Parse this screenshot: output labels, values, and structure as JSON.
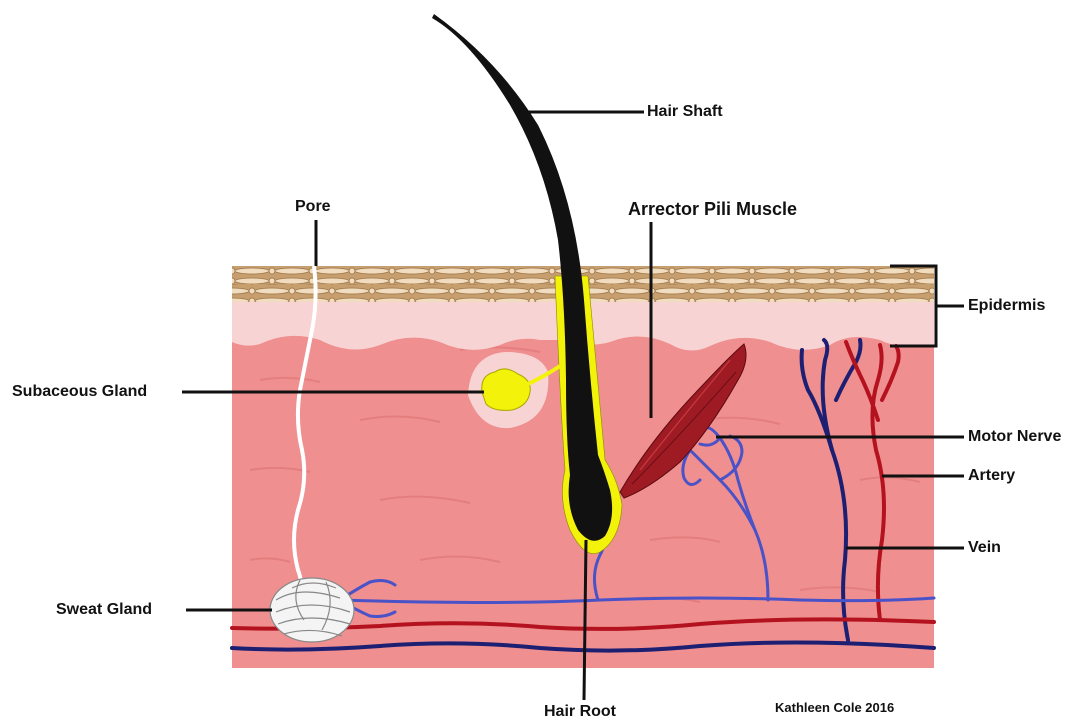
{
  "labels": {
    "hair_shaft": "Hair Shaft",
    "pore": "Pore",
    "arrector_pili": "Arrector Pili Muscle",
    "epidermis": "Epidermis",
    "subaceous_gland": "Subaceous Gland",
    "motor_nerve": "Motor Nerve",
    "artery": "Artery",
    "vein": "Vein",
    "sweat_gland": "Sweat Gland",
    "hair_root": "Hair Root"
  },
  "credit": "Kathleen Cole 2016",
  "colors": {
    "dermis": "#ef8f8f",
    "epidermis_pink": "#f8d3d3",
    "stratum_tan": "#c79e6e",
    "hair": "#111111",
    "gland_yellow": "#f2f20a",
    "muscle": "#9e1b24",
    "artery": "#b4121f",
    "vein": "#1d1f72",
    "nerve": "#4a52c8"
  }
}
